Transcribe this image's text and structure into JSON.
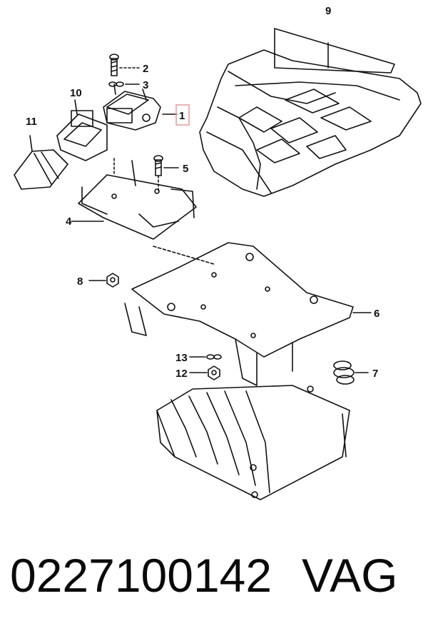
{
  "diagram": {
    "callouts": [
      {
        "id": "9",
        "label": "9"
      },
      {
        "id": "2",
        "label": "2"
      },
      {
        "id": "3",
        "label": "3"
      },
      {
        "id": "10",
        "label": "10"
      },
      {
        "id": "1",
        "label": "1",
        "highlighted": true
      },
      {
        "id": "11",
        "label": "11"
      },
      {
        "id": "5",
        "label": "5"
      },
      {
        "id": "4",
        "label": "4"
      },
      {
        "id": "8",
        "label": "8"
      },
      {
        "id": "6",
        "label": "6"
      },
      {
        "id": "13",
        "label": "13"
      },
      {
        "id": "12",
        "label": "12"
      },
      {
        "id": "7",
        "label": "7"
      }
    ],
    "highlight_color": "#e8a0a0"
  },
  "footer": {
    "part_number": "0227100142",
    "brand": "VAG"
  }
}
